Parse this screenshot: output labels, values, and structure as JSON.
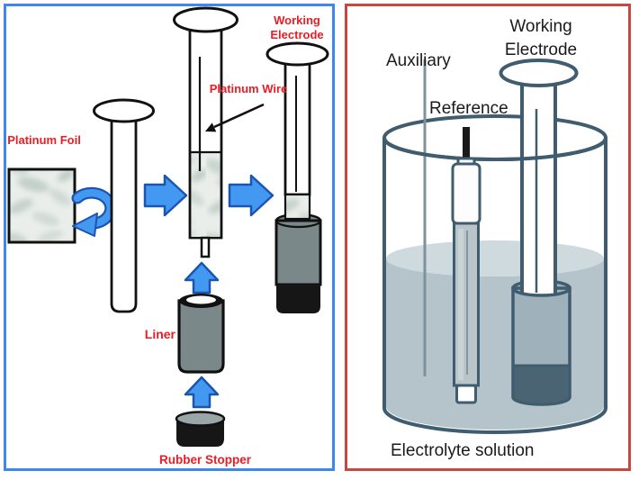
{
  "left_panel": {
    "labels": {
      "platinum_foil": "Platinum Foil",
      "platinum_wire": "Platinum Wire",
      "working_electrode": "Working Electrode",
      "liner": "Liner",
      "rubber_stopper": "Rubber Stopper"
    }
  },
  "right_panel": {
    "labels": {
      "auxiliary": "Auxiliary",
      "reference": "Reference",
      "working_electrode": "Working Electrode",
      "electrolyte_solution": "Electrolyte solution"
    }
  },
  "colors": {
    "left_border": "#3d87f0",
    "right_border": "#c74840",
    "red_label": "#ed1c24",
    "black_label": "#1a1a1a",
    "ink": "#111111",
    "arrow_fill": "#4399f2",
    "arrow_stroke": "#1b55b0",
    "liner_gray": "#7b8889",
    "stopper_black": "#161616",
    "stopper_top": "#9ba5a7",
    "marble_base": "#eaeeeb",
    "beaker_stroke": "#3f5d6e",
    "solution_body": "#b5c3ca",
    "solution_surface": "#cfdade",
    "aux_wire": "#7d929d",
    "ref_body": "#b9c5c9",
    "we_liner_fill": "#9fb2bb",
    "we_liner_dark": "#4b6474"
  }
}
